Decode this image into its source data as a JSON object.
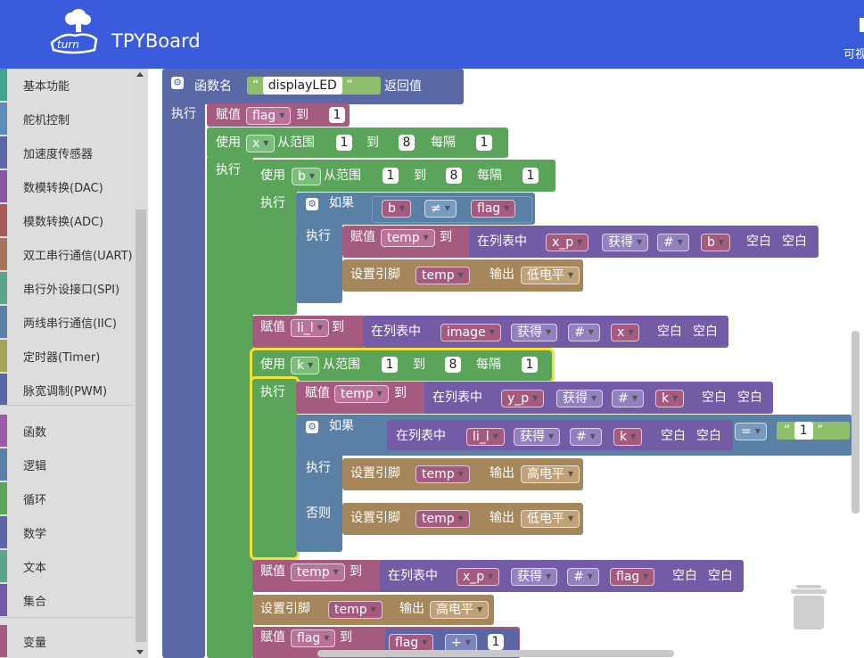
{
  "header": {
    "title": "TPYBoard",
    "right_text": "可视"
  },
  "sidebar": {
    "categories": [
      {
        "label": "基本功能",
        "color": "#3fa58f"
      },
      {
        "label": "舵机控制",
        "color": "#5b8db8"
      },
      {
        "label": "加速度传感器",
        "color": "#5b67a6"
      },
      {
        "label": "数模转换(DAC)",
        "color": "#8b56a4"
      },
      {
        "label": "模数转换(ADC)",
        "color": "#a65b5b"
      },
      {
        "label": "双工串行通信(UART)",
        "color": "#a6745b"
      },
      {
        "label": "串行外设接口(SPI)",
        "color": "#5ba58c"
      },
      {
        "label": "两线串行通信(IIC)",
        "color": "#5b80a5"
      },
      {
        "label": "定时器(Timer)",
        "color": "#a5a55b"
      },
      {
        "label": "脉宽调制(PWM)",
        "color": "#5b67a5"
      },
      {
        "label": "函数",
        "color": "#995ba5"
      },
      {
        "label": "逻辑",
        "color": "#5b80a5"
      },
      {
        "label": "循环",
        "color": "#5ba55b"
      },
      {
        "label": "数学",
        "color": "#5b67a5"
      },
      {
        "label": "文本",
        "color": "#5ba58c"
      },
      {
        "label": "集合",
        "color": "#745ba5"
      },
      {
        "label": "变量",
        "color": "#a55b80"
      }
    ]
  },
  "blocks": {
    "func_name_label": "函数名",
    "func_name": "displayLED",
    "return_label": "返回值",
    "exec": "执行",
    "assign": "赋值",
    "to": "到",
    "use": "使用",
    "from_range": "从范围",
    "every": "每隔",
    "if": "如果",
    "else": "否则",
    "in_list": "在列表中",
    "get": "获得",
    "hash": "#",
    "blank": "空白",
    "set_pin": "设置引脚",
    "output": "输出",
    "low": "低电平",
    "high": "高电平",
    "neq": "≠",
    "eq": "=",
    "plus": "+",
    "vars": {
      "flag": "flag",
      "x": "x",
      "b": "b",
      "k": "k",
      "temp": "temp",
      "li_l": "li_l",
      "x_p": "x_p",
      "y_p": "y_p",
      "image": "image"
    },
    "nums": {
      "one": "1",
      "eight": "8"
    },
    "str_one": "1"
  },
  "colors": {
    "header": "#3a5cdc",
    "procedure": "#5a68a6",
    "variable": "#a55b80",
    "loop": "#5ba55b",
    "logic": "#5b80a5",
    "list": "#745ba5",
    "pin": "#a5875b"
  }
}
